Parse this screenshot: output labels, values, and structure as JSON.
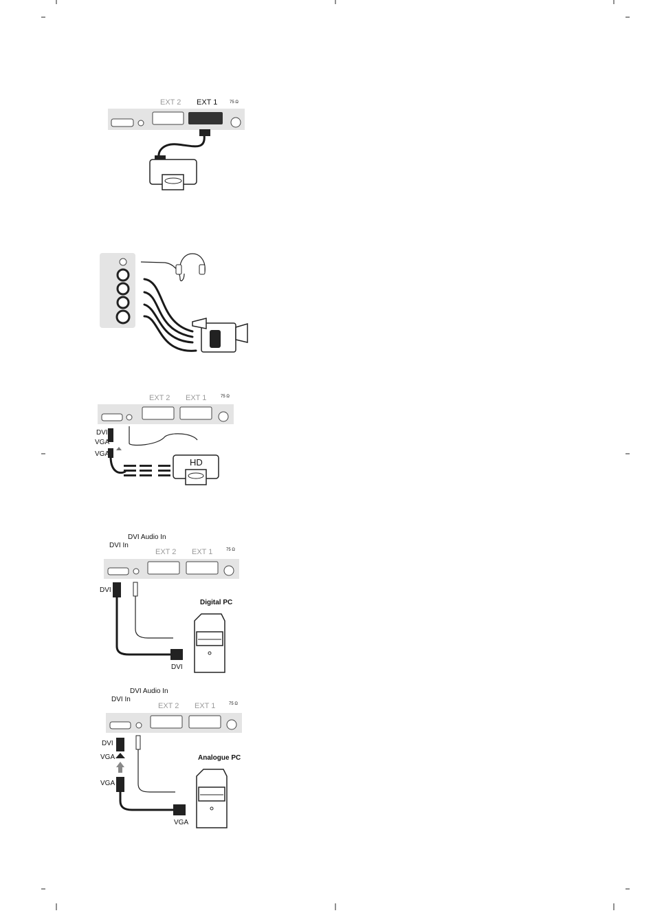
{
  "panel_labels": {
    "ext1": "EXT 1",
    "ext2": "EXT 2",
    "ant": "75 Ω",
    "dvi_in": "DVI In",
    "dvi_audio_in": "DVI Audio In"
  },
  "hd_device": {
    "label": "HD"
  },
  "cable_labels": {
    "dvi": "DVI",
    "vga": "VGA"
  },
  "computers": {
    "digital": "Digital PC",
    "analogue": "Analogue PC"
  }
}
